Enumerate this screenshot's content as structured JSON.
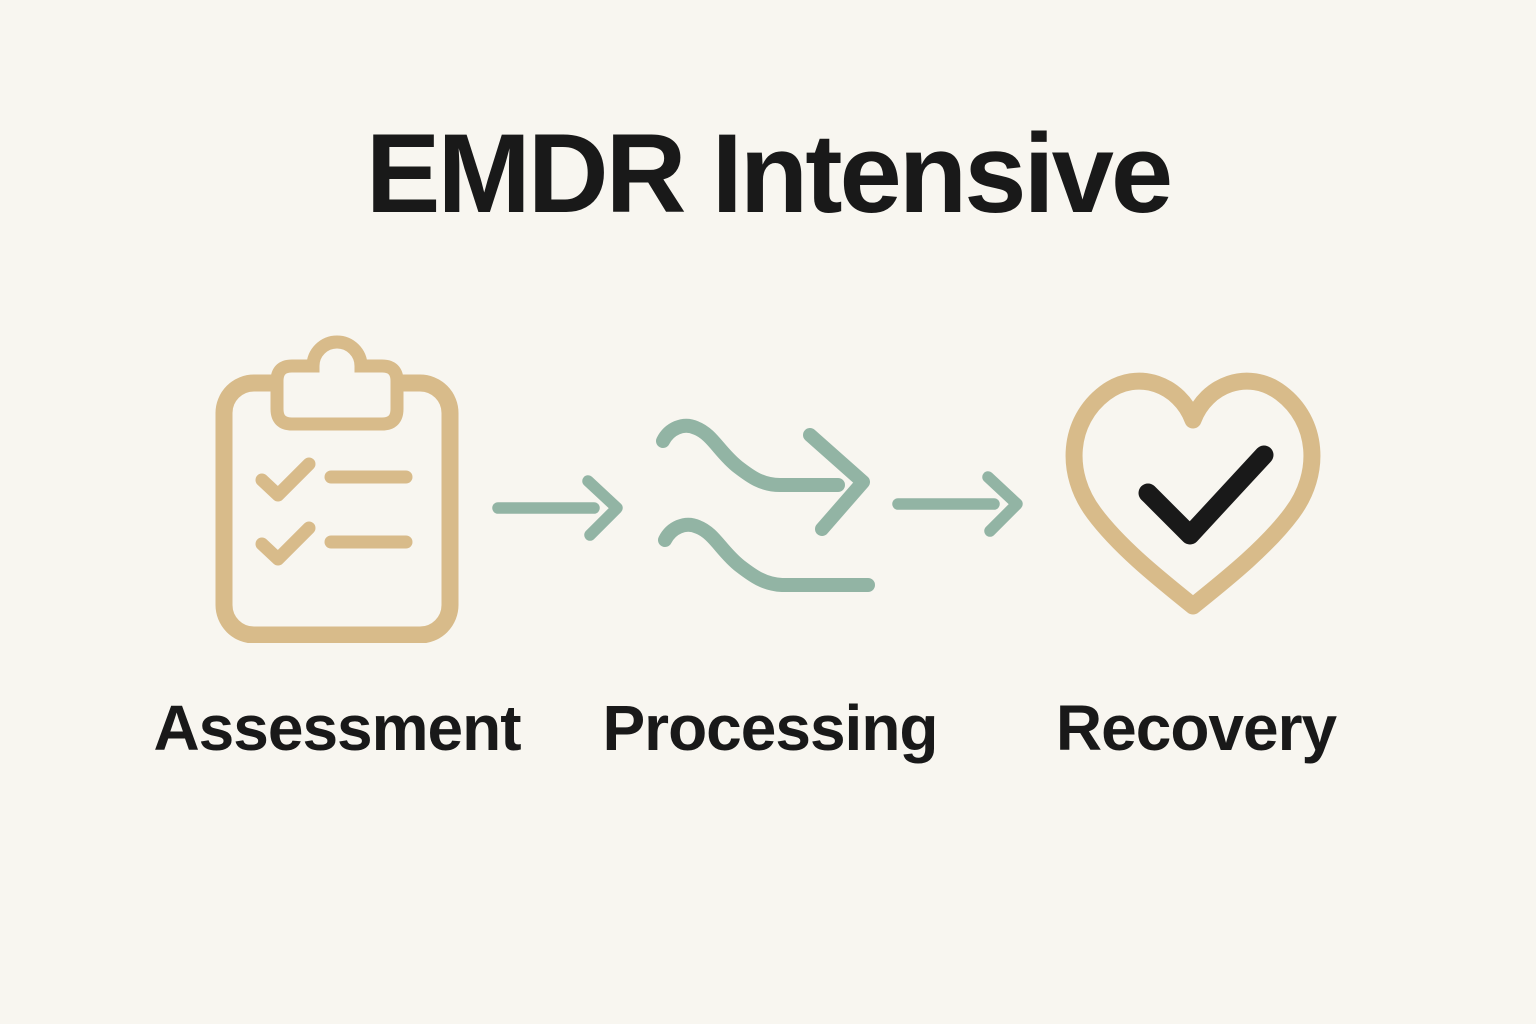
{
  "title": "EMDR Intensive",
  "colors": {
    "background": "#F8F6F0",
    "tan": "#D8BB8A",
    "sage": "#92B4A4",
    "ink": "#191919"
  },
  "steps": [
    {
      "label": "Assessment",
      "icon": "clipboard-checklist-icon"
    },
    {
      "label": "Processing",
      "icon": "waves-arrow-icon"
    },
    {
      "label": "Recovery",
      "icon": "heart-check-icon"
    }
  ],
  "connectors": [
    {
      "icon": "right-arrow-icon"
    },
    {
      "icon": "right-arrow-icon"
    }
  ]
}
